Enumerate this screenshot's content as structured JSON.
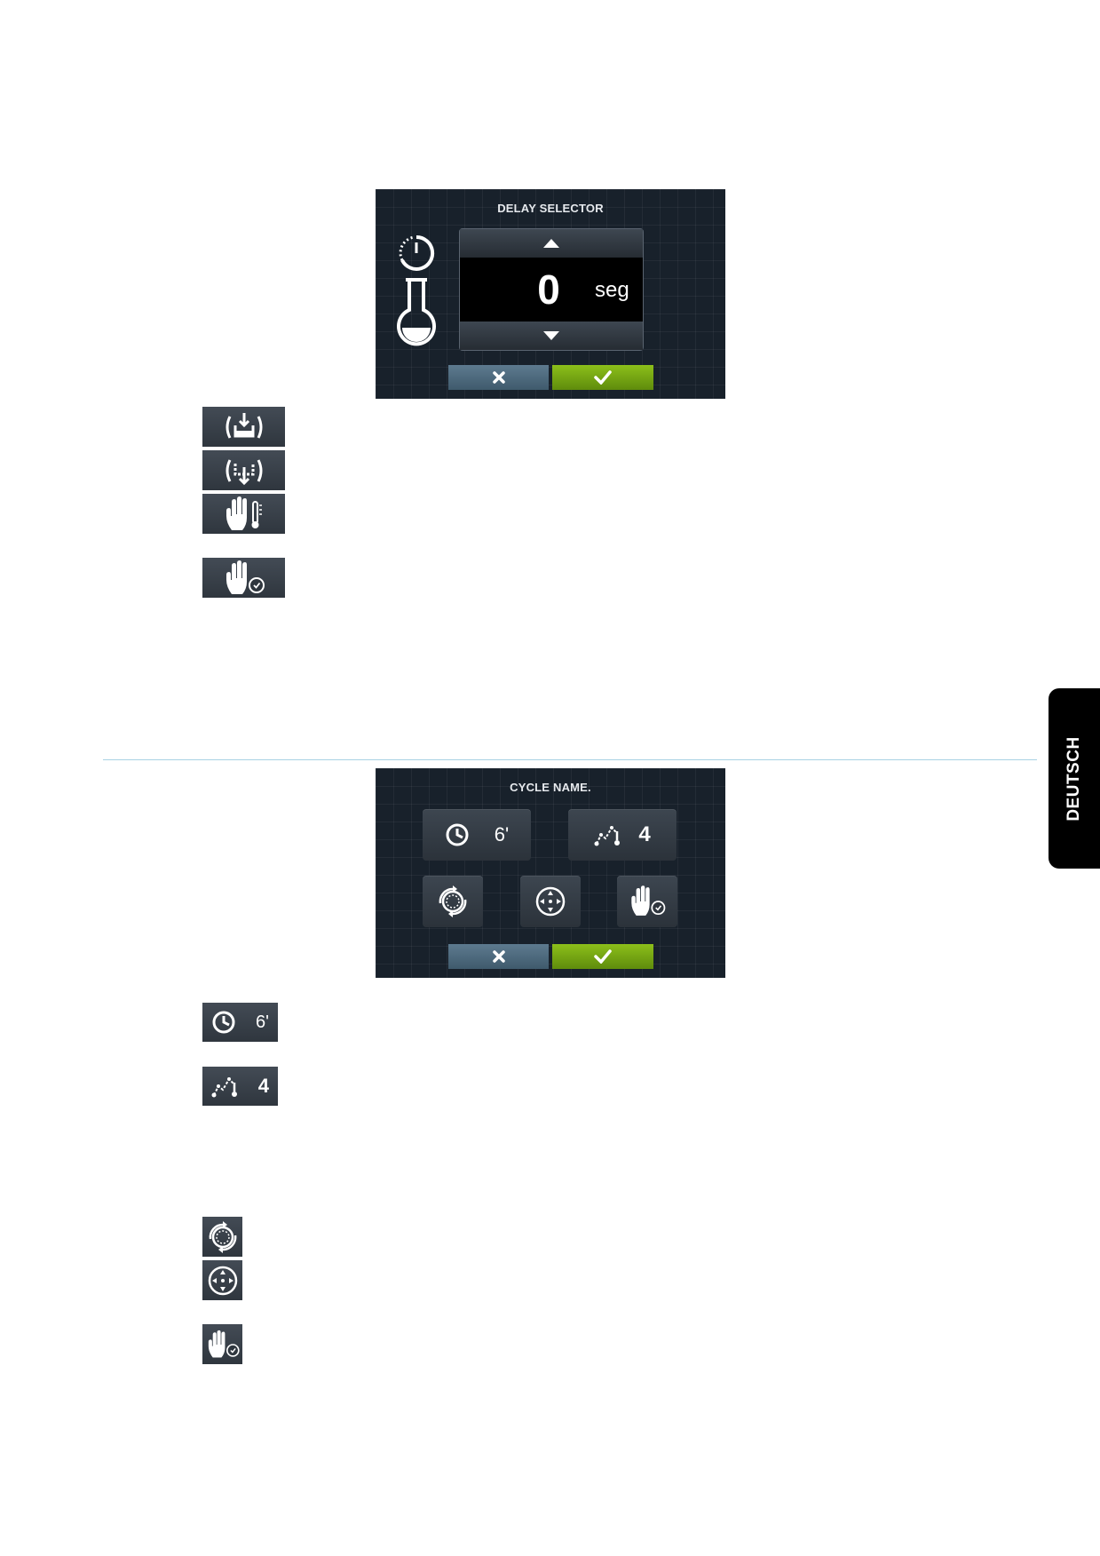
{
  "delay_screen": {
    "title": "DELAY SELECTOR",
    "value": "0",
    "unit": "seg",
    "icons": [
      "delay-timer-icon",
      "thermometer-flask-icon",
      "arrow-up-icon",
      "arrow-down-icon",
      "close-icon",
      "check-icon"
    ]
  },
  "legend_top": {
    "icons": [
      "fill-water-icon",
      "drain-water-icon",
      "manual-temperature-icon",
      "manual-delay-icon"
    ]
  },
  "side_tab": {
    "label": "DEUTSCH"
  },
  "cycle_screen": {
    "title": "CYCLE NAME.",
    "time_value": "6'",
    "phases_value": "4",
    "icons": [
      "clock-icon",
      "phases-graph-icon",
      "rotation-icon",
      "balance-icon",
      "manual-delay-icon",
      "close-icon",
      "check-icon"
    ]
  },
  "legend_bottom": {
    "time_value": "6'",
    "phases_value": "4",
    "icons": [
      "clock-icon",
      "phases-graph-icon",
      "rotation-icon",
      "balance-icon",
      "manual-delay-icon"
    ]
  }
}
